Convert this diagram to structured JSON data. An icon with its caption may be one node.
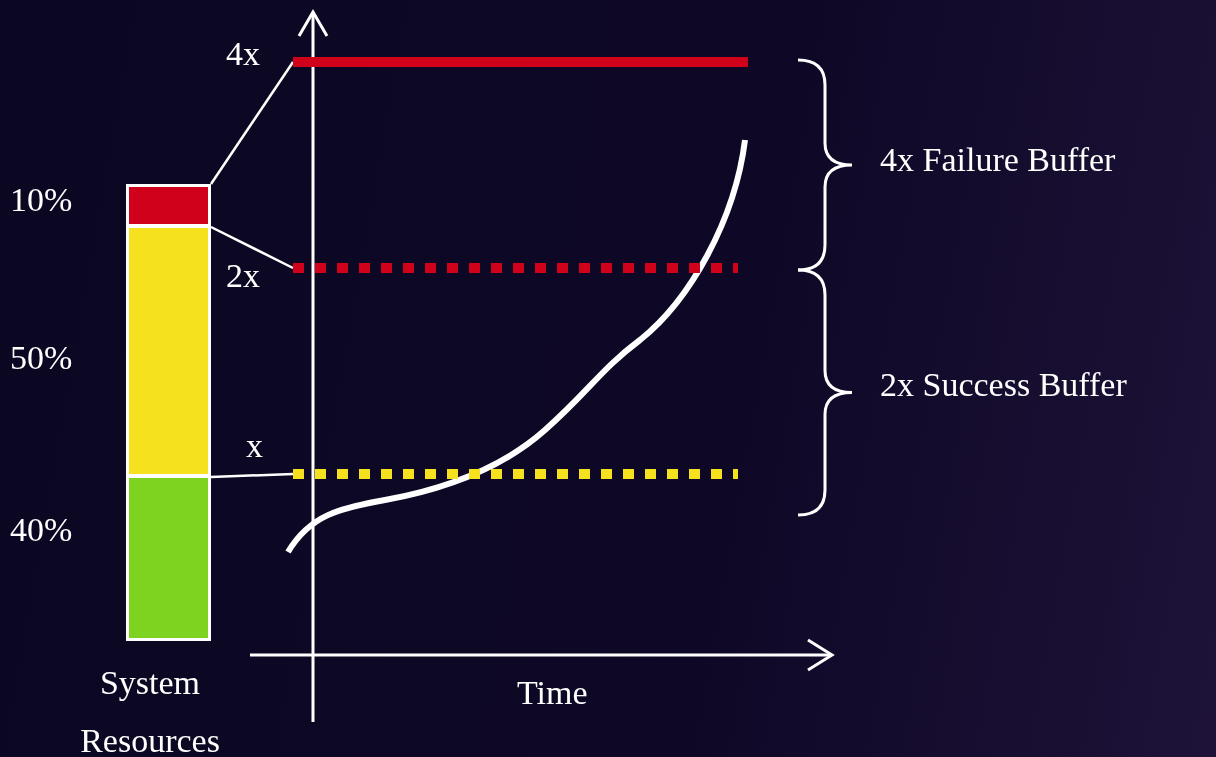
{
  "diagram": {
    "nodes": [
      {
        "text": [
          "System Resources"
        ]
      },
      {
        "text": [],
        "shape": "box",
        "in": 0,
        "beside": [
          "10%"
        ]
      },
      {
        "text": [],
        "shape": "box",
        "in": 0,
        "beside": [
          "50%"
        ]
      },
      {
        "text": [],
        "shape": "box",
        "in": 0,
        "beside": [
          "40%"
        ]
      },
      {
        "text": [],
        "shape": "bar",
        "beside": [
          "4x"
        ]
      },
      {
        "text": [],
        "shape": "bar",
        "beside": [
          "2x"
        ]
      },
      {
        "text": [],
        "shape": "bar",
        "beside": [
          "x"
        ]
      }
    ],
    "edges": [
      {
        "from": 1,
        "to": 4,
        "arrow": "none"
      },
      {
        "from": 1,
        "to": 5,
        "arrow": "none"
      },
      {
        "from": 2,
        "to": 6,
        "arrow": "none"
      }
    ],
    "labels": [
      "4x Failure Buffer",
      "2x Success Buffer",
      "Time"
    ]
  }
}
